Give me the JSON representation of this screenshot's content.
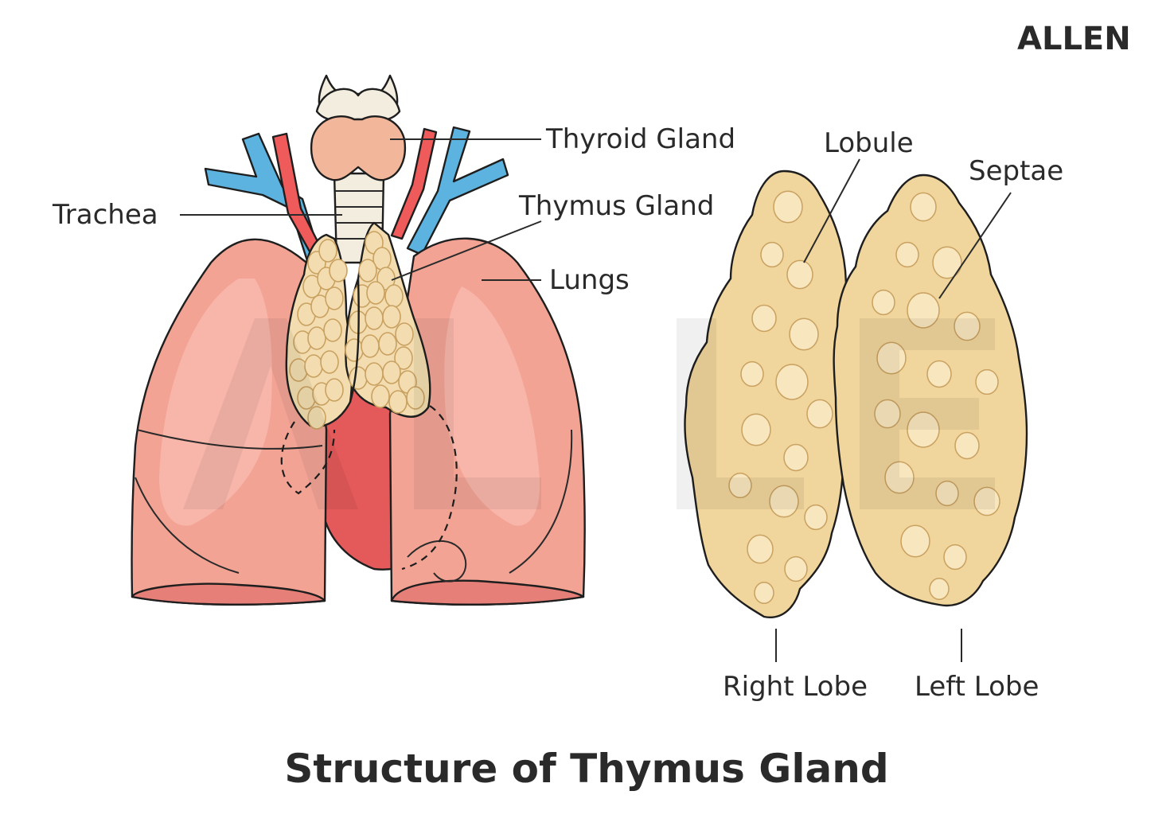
{
  "brand": "ALLEN",
  "title": "Structure of Thymus Gland",
  "labels": {
    "thyroid": "Thyroid Gland",
    "trachea": "Trachea",
    "thymus": "Thymus Gland",
    "lungs": "Lungs",
    "lobule": "Lobule",
    "septae": "Septae",
    "right_lobe": "Right Lobe",
    "left_lobe": "Left Lobe"
  },
  "colors": {
    "lung": "#f2a394",
    "lung_dark": "#e67f78",
    "heart": "#e45a5a",
    "vein": "#5db3df",
    "artery": "#ef5b5b",
    "thymus": "#f3ddb0",
    "thymus_lobe": "#f0d59c",
    "thyroid": "#f2b79a",
    "trachea": "#f3ede0"
  }
}
